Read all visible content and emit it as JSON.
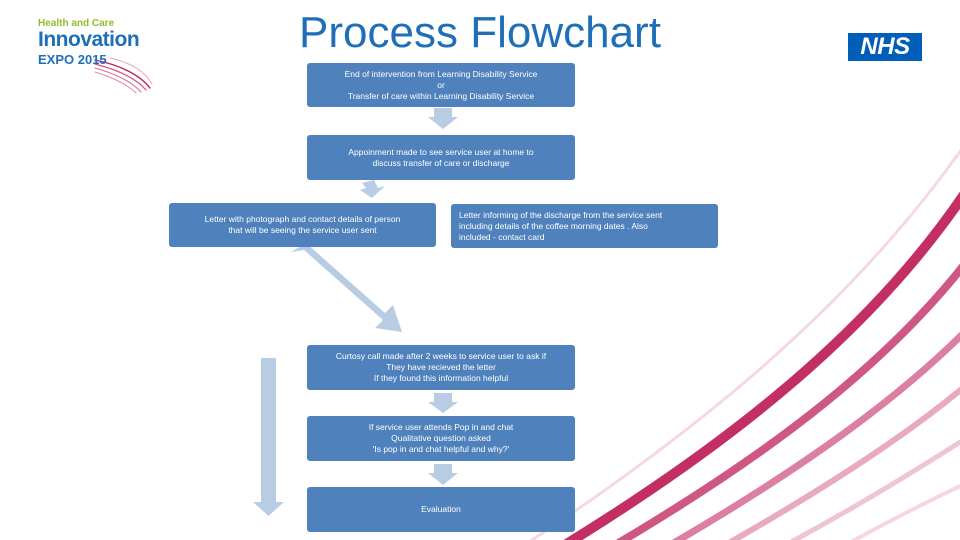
{
  "slide": {
    "title": "Process Flowchart"
  },
  "logo": {
    "line1": "Health and Care",
    "line2": "Innovation",
    "line3": "EXPO 2015"
  },
  "nhs_logo": {
    "text": "NHS",
    "color": "#005eb8"
  },
  "colors": {
    "title": "#1f6fb8",
    "box_fill": "#4f81bd",
    "arrow_fill": "#b8cce4",
    "swoosh": "#c0245c"
  },
  "flow": {
    "box1": {
      "line1": "End of intervention from Learning Disability Service",
      "line2": "or",
      "line3": "Transfer of care within Learning Disability Service"
    },
    "box2": {
      "line1": "Appoinment made to see service user at home to",
      "line2": "discuss transfer of care or discharge"
    },
    "box3": {
      "line1": "Letter with photograph and contact details of person",
      "line2": "that will be seeing the service user sent"
    },
    "box4": {
      "line1": "Letter informing of the discharge from the service sent",
      "line2": "including details of the coffee morning dates . Also",
      "line3": "included - contact card"
    },
    "box5": {
      "line1": "Curtosy call made  after 2 weeks to service user to ask  if",
      "line2": "They have recieved the letter",
      "line3": "If they found this information helpful"
    },
    "box6": {
      "line1": "If service user attends Pop in and chat",
      "line2": "Qualitative question asked",
      "line3": "'Is pop in and chat helpful and why?'"
    },
    "box7": {
      "line1": "Evaluation"
    }
  }
}
